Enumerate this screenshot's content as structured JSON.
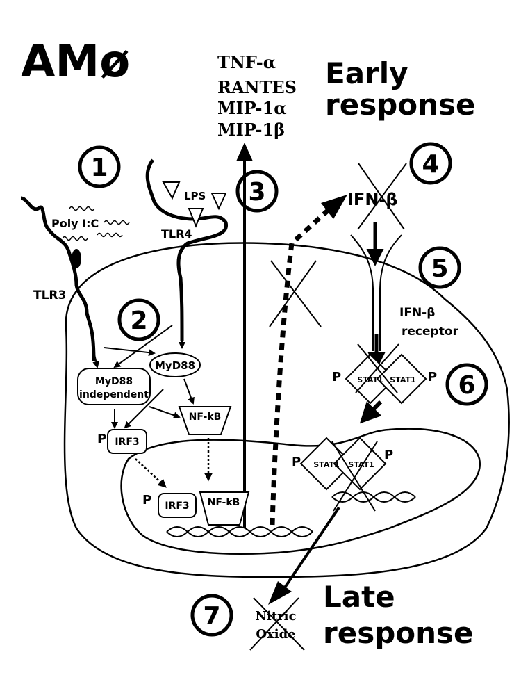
{
  "title": "AMø",
  "early_response": [
    "Early",
    "response"
  ],
  "late_response": [
    "Late",
    "response"
  ],
  "cytokines": [
    "TNF-α",
    "RANTES",
    "MIP-1α",
    "MIP-1β"
  ],
  "steps": [
    "1",
    "2",
    "3",
    "4",
    "5",
    "6",
    "7"
  ],
  "labels": {
    "poly_ic": "Poly I:C",
    "lps": "LPS",
    "tlr4": "TLR4",
    "tlr3": "TLR3",
    "myd88": "MyD88",
    "myd88_independent": [
      "MyD88",
      "independent"
    ],
    "nfkb": "NF-kB",
    "irf3": "IRF3",
    "p": "P",
    "ifnb": "IFN-β",
    "ifnb_receptor": [
      "IFN-β",
      "receptor"
    ],
    "stat1": "STAT1",
    "nitric_oxide": [
      "Nitric",
      "Oxide"
    ]
  }
}
